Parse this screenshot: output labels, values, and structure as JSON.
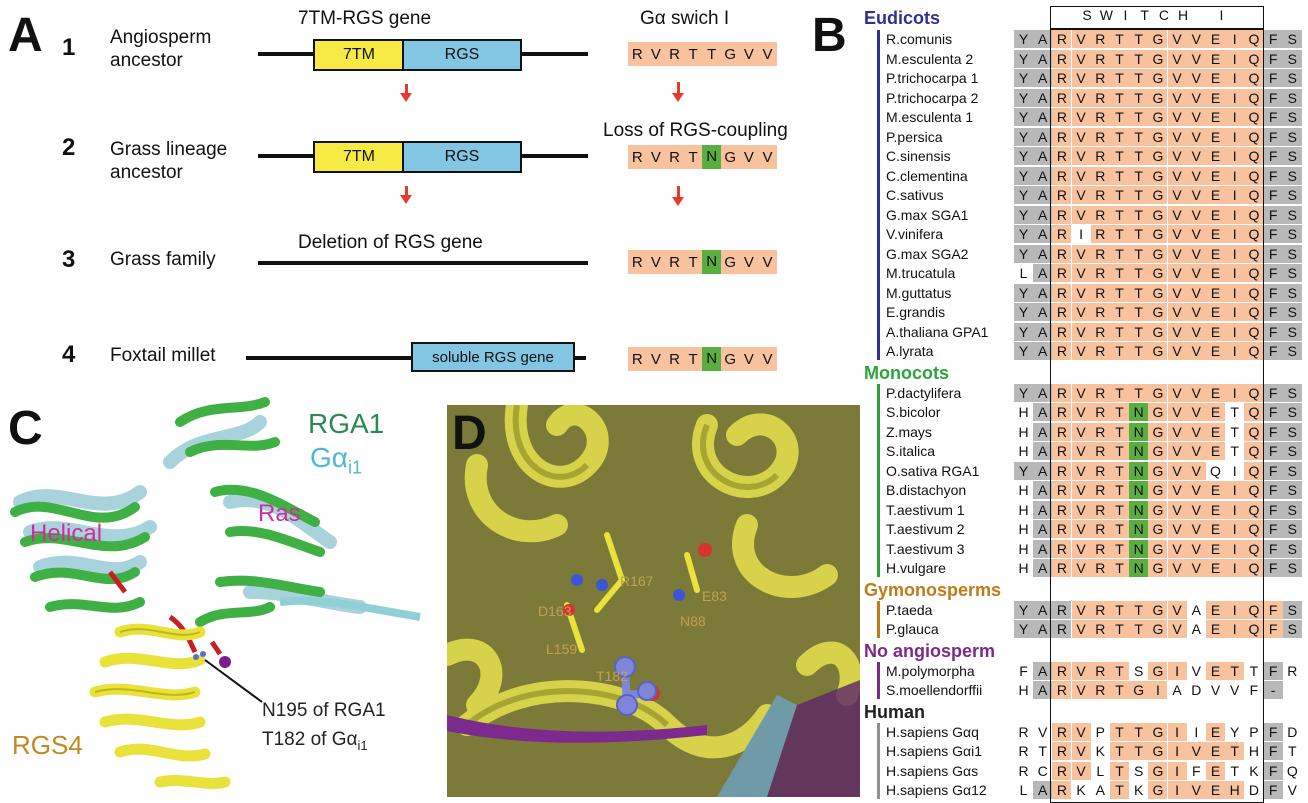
{
  "panels": {
    "a": "A",
    "b": "B",
    "c": "C",
    "d": "D"
  },
  "panel_a": {
    "gene_header": "7TM-RGS gene",
    "switch_header": "Gα swich I",
    "steps": [
      {
        "num": "1",
        "label_line1": "Angiosperm",
        "label_line2": "ancestor"
      },
      {
        "num": "2",
        "label_line1": "Grass lineage",
        "label_line2": "ancestor"
      },
      {
        "num": "3",
        "label_line1": "Grass family",
        "label_line2": ""
      },
      {
        "num": "4",
        "label_line1": "Foxtail millet",
        "label_line2": ""
      }
    ],
    "box_7tm": "7TM",
    "box_rgs": "RGS",
    "soluble_rgs": "soluble RGS gene",
    "deletion_caption": "Deletion of RGS gene",
    "loss_caption": "Loss of RGS-coupling",
    "seq_ancestral": [
      "R",
      "V",
      "R",
      "T",
      "T",
      "G",
      "V",
      "V"
    ],
    "seq_grass": [
      "R",
      "V",
      "R",
      "T",
      "N",
      "G",
      "V",
      "V"
    ],
    "colors": {
      "tm7": "#f7ea45",
      "rgs": "#83c6e4",
      "seq": "#f8c29e",
      "n_highlight": "#5aae3f",
      "arrow": "#e63a2c"
    }
  },
  "panel_b": {
    "switch_letters": [
      "S",
      "W",
      "I",
      "T",
      "C",
      "H",
      "",
      "I"
    ],
    "groups": [
      {
        "title": "Eudicots",
        "color": "#2e3192",
        "bar": "#2e3192"
      },
      {
        "title": "Monocots",
        "color": "#2ca43a",
        "bar": "#2ca43a"
      },
      {
        "title": "Gymonosperms",
        "color": "#c07a18",
        "bar": "#c07a18"
      },
      {
        "title": "No angiosperm",
        "color": "#7b2a8a",
        "bar": "#7b2a8a"
      },
      {
        "title": "Human",
        "color": "#222222",
        "bar": "#909090"
      }
    ],
    "rows": [
      {
        "name": "R.comunis",
        "group": 0,
        "seq": [
          "Y",
          "A",
          "R",
          "V",
          "R",
          "T",
          "T",
          "G",
          "V",
          "V",
          "E",
          "I",
          "Q",
          "F",
          "S"
        ],
        "fmt": "ggooooooooooogg"
      },
      {
        "name": "M.esculenta 2",
        "group": 0,
        "seq": [
          "Y",
          "A",
          "R",
          "V",
          "R",
          "T",
          "T",
          "G",
          "V",
          "V",
          "E",
          "I",
          "Q",
          "F",
          "S"
        ],
        "fmt": "ggooooooooooogg"
      },
      {
        "name": "P.trichocarpa 1",
        "group": 0,
        "seq": [
          "Y",
          "A",
          "R",
          "V",
          "R",
          "T",
          "T",
          "G",
          "V",
          "V",
          "E",
          "I",
          "Q",
          "F",
          "S"
        ],
        "fmt": "ggooooooooooogg"
      },
      {
        "name": "P.trichocarpa 2",
        "group": 0,
        "seq": [
          "Y",
          "A",
          "R",
          "V",
          "R",
          "T",
          "T",
          "G",
          "V",
          "V",
          "E",
          "I",
          "Q",
          "F",
          "S"
        ],
        "fmt": "ggooooooooooogg"
      },
      {
        "name": "M.esculenta 1",
        "group": 0,
        "seq": [
          "Y",
          "A",
          "R",
          "V",
          "R",
          "T",
          "T",
          "G",
          "V",
          "V",
          "E",
          "I",
          "Q",
          "F",
          "S"
        ],
        "fmt": "ggooooooooooogg"
      },
      {
        "name": "P.persica",
        "group": 0,
        "seq": [
          "Y",
          "A",
          "R",
          "V",
          "R",
          "T",
          "T",
          "G",
          "V",
          "V",
          "E",
          "I",
          "Q",
          "F",
          "S"
        ],
        "fmt": "ggooooooooooogg"
      },
      {
        "name": "C.sinensis",
        "group": 0,
        "seq": [
          "Y",
          "A",
          "R",
          "V",
          "R",
          "T",
          "T",
          "G",
          "V",
          "V",
          "E",
          "I",
          "Q",
          "F",
          "S"
        ],
        "fmt": "ggooooooooooogg"
      },
      {
        "name": "C.clementina",
        "group": 0,
        "seq": [
          "Y",
          "A",
          "R",
          "V",
          "R",
          "T",
          "T",
          "G",
          "V",
          "V",
          "E",
          "I",
          "Q",
          "F",
          "S"
        ],
        "fmt": "ggooooooooooogg"
      },
      {
        "name": "C.sativus",
        "group": 0,
        "seq": [
          "Y",
          "A",
          "R",
          "V",
          "R",
          "T",
          "T",
          "G",
          "V",
          "V",
          "E",
          "I",
          "Q",
          "F",
          "S"
        ],
        "fmt": "ggooooooooooogg"
      },
      {
        "name": "G.max SGA1",
        "group": 0,
        "seq": [
          "Y",
          "A",
          "R",
          "V",
          "R",
          "T",
          "T",
          "G",
          "V",
          "V",
          "E",
          "I",
          "Q",
          "F",
          "S"
        ],
        "fmt": "ggooooooooooogg"
      },
      {
        "name": "V.vinifera",
        "group": 0,
        "seq": [
          "Y",
          "A",
          "R",
          "I",
          "R",
          "T",
          "T",
          "G",
          "V",
          "V",
          "E",
          "I",
          "Q",
          "F",
          "S"
        ],
        "fmt": "ggo.ooooooooogg"
      },
      {
        "name": "G.max SGA2",
        "group": 0,
        "seq": [
          "Y",
          "A",
          "R",
          "V",
          "R",
          "T",
          "T",
          "G",
          "V",
          "V",
          "E",
          "I",
          "Q",
          "F",
          "S"
        ],
        "fmt": "ggooooooooooogg"
      },
      {
        "name": "M.trucatula",
        "group": 0,
        "seq": [
          "L",
          "A",
          "R",
          "V",
          "R",
          "T",
          "T",
          "G",
          "V",
          "V",
          "E",
          "I",
          "Q",
          "F",
          "S"
        ],
        "fmt": ".gooooooooooogg"
      },
      {
        "name": "M.guttatus",
        "group": 0,
        "seq": [
          "Y",
          "A",
          "R",
          "V",
          "R",
          "T",
          "T",
          "G",
          "V",
          "V",
          "E",
          "I",
          "Q",
          "F",
          "S"
        ],
        "fmt": "ggooooooooooogg"
      },
      {
        "name": "E.grandis",
        "group": 0,
        "seq": [
          "Y",
          "A",
          "R",
          "V",
          "R",
          "T",
          "T",
          "G",
          "V",
          "V",
          "E",
          "I",
          "Q",
          "F",
          "S"
        ],
        "fmt": "ggooooooooooogg"
      },
      {
        "name": "A.thaliana GPA1",
        "group": 0,
        "seq": [
          "Y",
          "A",
          "R",
          "V",
          "R",
          "T",
          "T",
          "G",
          "V",
          "V",
          "E",
          "I",
          "Q",
          "F",
          "S"
        ],
        "fmt": "ggooooooooooogg"
      },
      {
        "name": "A.lyrata",
        "group": 0,
        "seq": [
          "Y",
          "A",
          "R",
          "V",
          "R",
          "T",
          "T",
          "G",
          "V",
          "V",
          "E",
          "I",
          "Q",
          "F",
          "S"
        ],
        "fmt": "ggooooooooooogg"
      },
      {
        "name": "P.dactylifera",
        "group": 1,
        "seq": [
          "Y",
          "A",
          "R",
          "V",
          "R",
          "T",
          "T",
          "G",
          "V",
          "V",
          "E",
          "I",
          "Q",
          "F",
          "S"
        ],
        "fmt": "ggooooooooooogg"
      },
      {
        "name": "S.bicolor",
        "group": 1,
        "seq": [
          "H",
          "A",
          "R",
          "V",
          "R",
          "T",
          "N",
          "G",
          "V",
          "V",
          "E",
          "T",
          "Q",
          "F",
          "S"
        ],
        "fmt": ".goooonoooo.ogg"
      },
      {
        "name": "Z.mays",
        "group": 1,
        "seq": [
          "H",
          "A",
          "R",
          "V",
          "R",
          "T",
          "N",
          "G",
          "V",
          "V",
          "E",
          "T",
          "Q",
          "F",
          "S"
        ],
        "fmt": ".goooonoooo.ogg"
      },
      {
        "name": "S.italica",
        "group": 1,
        "seq": [
          "H",
          "A",
          "R",
          "V",
          "R",
          "T",
          "N",
          "G",
          "V",
          "V",
          "E",
          "T",
          "Q",
          "F",
          "S"
        ],
        "fmt": ".goooonoooo.ogg"
      },
      {
        "name": "O.sativa RGA1",
        "group": 1,
        "seq": [
          "Y",
          "A",
          "R",
          "V",
          "R",
          "T",
          "N",
          "G",
          "V",
          "V",
          "Q",
          "I",
          "Q",
          "F",
          "S"
        ],
        "fmt": "ggoooonooo..ogg"
      },
      {
        "name": "B.distachyon",
        "group": 1,
        "seq": [
          "H",
          "A",
          "R",
          "V",
          "R",
          "T",
          "N",
          "G",
          "V",
          "V",
          "E",
          "I",
          "Q",
          "F",
          "S"
        ],
        "fmt": ".goooonoooooogg"
      },
      {
        "name": "T.aestivum 1",
        "group": 1,
        "seq": [
          "H",
          "A",
          "R",
          "V",
          "R",
          "T",
          "N",
          "G",
          "V",
          "V",
          "E",
          "I",
          "Q",
          "F",
          "S"
        ],
        "fmt": ".goooonoooooogg"
      },
      {
        "name": "T.aestivum 2",
        "group": 1,
        "seq": [
          "H",
          "A",
          "R",
          "V",
          "R",
          "T",
          "N",
          "G",
          "V",
          "V",
          "E",
          "I",
          "Q",
          "F",
          "S"
        ],
        "fmt": ".goooonoooooogg"
      },
      {
        "name": "T.aestivum 3",
        "group": 1,
        "seq": [
          "H",
          "A",
          "R",
          "V",
          "R",
          "T",
          "N",
          "G",
          "V",
          "V",
          "E",
          "I",
          "Q",
          "F",
          "S"
        ],
        "fmt": ".goooonoooooogg"
      },
      {
        "name": "H.vulgare",
        "group": 1,
        "seq": [
          "H",
          "A",
          "R",
          "V",
          "R",
          "T",
          "N",
          "G",
          "V",
          "V",
          "E",
          "I",
          "Q",
          "F",
          "S"
        ],
        "fmt": ".goooonoooooogg"
      },
      {
        "name": "P.taeda",
        "group": 2,
        "seq": [
          "Y",
          "A",
          "R",
          "V",
          "R",
          "T",
          "T",
          "G",
          "V",
          "A",
          "E",
          "I",
          "Q",
          "F",
          "S"
        ],
        "fmt": "gggoooooo.oooog"
      },
      {
        "name": "P.glauca",
        "group": 2,
        "seq": [
          "Y",
          "A",
          "R",
          "V",
          "R",
          "T",
          "T",
          "G",
          "V",
          "A",
          "E",
          "I",
          "Q",
          "F",
          "S"
        ],
        "fmt": "gggoooooo.oooog"
      },
      {
        "name": "M.polymorpha",
        "group": 3,
        "seq": [
          "F",
          "A",
          "R",
          "V",
          "R",
          "T",
          "S",
          "G",
          "I",
          "V",
          "E",
          "T",
          "T",
          "F",
          "R"
        ],
        "fmt": ".goooo.oo.oo.g."
      },
      {
        "name": "S.moellendorffii",
        "group": 3,
        "seq": [
          "H",
          "A",
          "R",
          "V",
          "R",
          "T",
          "G",
          "I",
          "A",
          "D",
          "V",
          "V",
          "F",
          "-",
          ""
        ],
        "fmt": ".goooooo.....g."
      },
      {
        "name": "H.sapiens Gαq",
        "group": 4,
        "seq": [
          "R",
          "V",
          "R",
          "V",
          "P",
          "T",
          "T",
          "G",
          "I",
          "I",
          "E",
          "Y",
          "P",
          "F",
          "D"
        ],
        "fmt": "..oo.oooo.o..g."
      },
      {
        "name": "H.sapiens Gαi1",
        "group": 4,
        "seq": [
          "R",
          "T",
          "R",
          "V",
          "K",
          "T",
          "T",
          "G",
          "I",
          "V",
          "E",
          "T",
          "H",
          "F",
          "T"
        ],
        "fmt": "..oo.ooooooo.g."
      },
      {
        "name": "H.sapiens Gαs",
        "group": 4,
        "seq": [
          "R",
          "C",
          "R",
          "V",
          "L",
          "T",
          "S",
          "G",
          "I",
          "F",
          "E",
          "T",
          "K",
          "F",
          "Q"
        ],
        "fmt": "..oo.o.oo.o..g."
      },
      {
        "name": "H.sapiens Gα12",
        "group": 4,
        "seq": [
          "L",
          "A",
          "R",
          "K",
          "A",
          "T",
          "K",
          "G",
          "I",
          "V",
          "E",
          "H",
          "D",
          "F",
          "V"
        ],
        "fmt": ".go..o.ooooo.g."
      }
    ]
  },
  "panel_c": {
    "rga1": "RGA1",
    "gai1": "Gα",
    "gai1_sub": "i1",
    "helical": "Helical",
    "ras": "Ras",
    "rgs4": "RGS4",
    "n195": "N195 of RGA1",
    "t182": "T182 of Gα",
    "t182_sub": "i1"
  },
  "panel_d": {
    "labels": [
      "R167",
      "E83",
      "D163",
      "N88",
      "L159",
      "T182"
    ]
  }
}
